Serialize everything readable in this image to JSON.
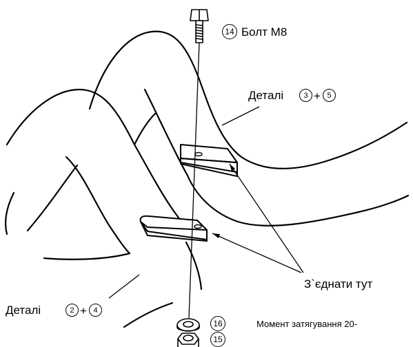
{
  "parts": {
    "bolt": {
      "number": "14",
      "label": "Болт M8"
    },
    "washer": {
      "number": "16"
    },
    "nut": {
      "number": "15"
    }
  },
  "labels": {
    "upper_parts": {
      "text": "Деталі",
      "part_a": "3",
      "part_b": "5"
    },
    "lower_parts": {
      "text": "Деталі",
      "part_a": "2",
      "part_b": "4"
    },
    "connect": "З`єднати тут",
    "torque": "Момент затягування 20-"
  }
}
